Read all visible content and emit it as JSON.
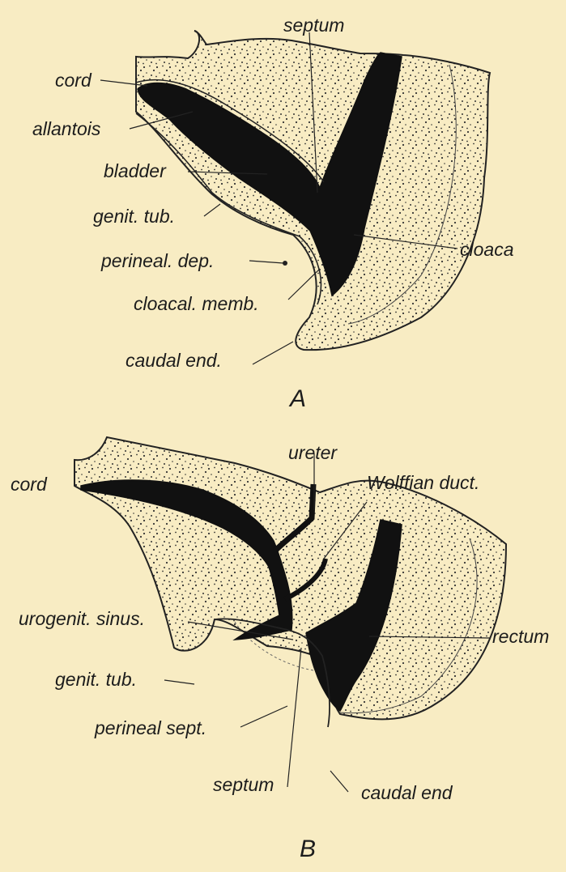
{
  "panel_a": {
    "figure_letter": "A",
    "labels": {
      "septum": "septum",
      "cord": "cord",
      "allantois": "allantois",
      "bladder": "bladder",
      "genit_tub": "genit. tub.",
      "perineal_dep": "perineal. dep.",
      "cloaca": "cloaca",
      "cloacal_memb": "cloacal. memb.",
      "caudal_end": "caudal end."
    }
  },
  "panel_b": {
    "figure_letter": "B",
    "labels": {
      "cord": "cord",
      "ureter": "ureter",
      "wolffian_duct": "Wolffian duct.",
      "urogenit_sinus": "urogenit. sinus.",
      "rectum": "rectum",
      "genit_tub": "genit. tub.",
      "perineal_sept": "perineal sept.",
      "septum": "septum",
      "caudal_end": "caudal end"
    }
  },
  "colors": {
    "paper": "#f8ecc3",
    "ink": "#1c1c1c"
  }
}
